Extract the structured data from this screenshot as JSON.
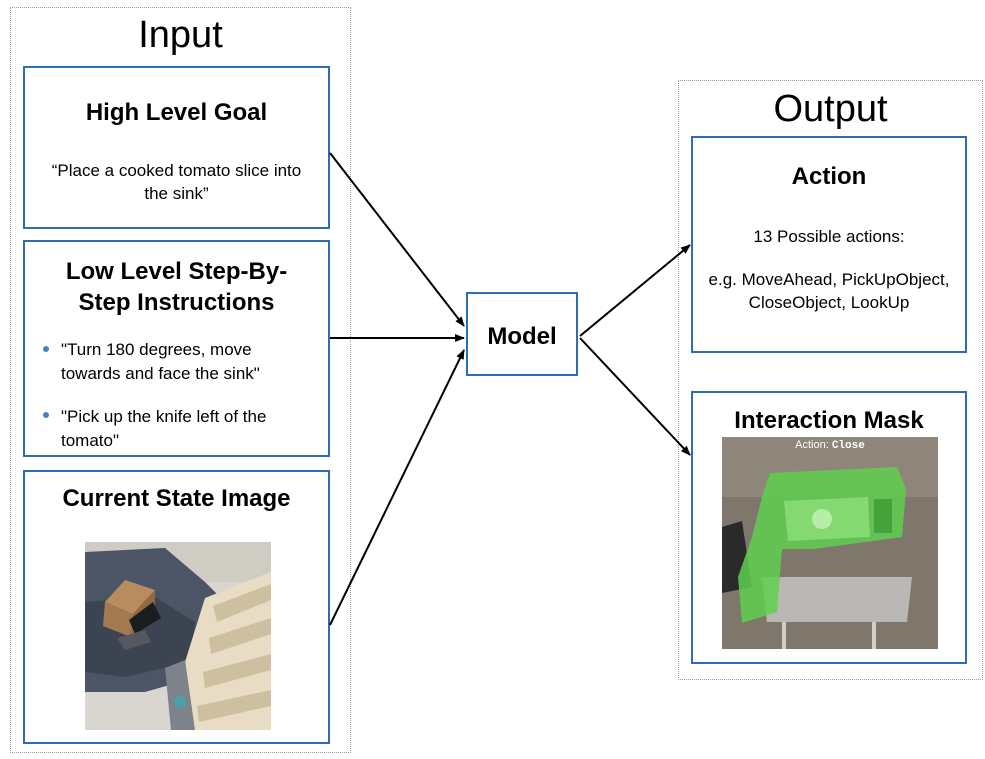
{
  "input": {
    "title": "Input",
    "goal": {
      "title": "High Level Goal",
      "quote_line1": "“Place a cooked tomato slice into",
      "quote_line2": "the sink”"
    },
    "instructions": {
      "title_line1": "Low Level Step-By-",
      "title_line2": "Step Instructions",
      "items": [
        {
          "line1": "\"Turn 180 degrees, move",
          "line2": "towards and face the sink\""
        },
        {
          "line1": "\"Pick up the knife left of the",
          "line2": "tomato\""
        }
      ]
    },
    "state": {
      "title": "Current State Image"
    }
  },
  "model": {
    "label": "Model"
  },
  "output": {
    "title": "Output",
    "action": {
      "title": "Action",
      "subtitle": "13 Possible actions:",
      "examples_line1": "e.g. MoveAhead, PickUpObject,",
      "examples_line2": "CloseObject, LookUp"
    },
    "mask": {
      "title": "Interaction Mask",
      "caption_prefix": "Action: ",
      "caption_action": "Close"
    }
  },
  "colors": {
    "box_border": "#2d6db5",
    "bullet": "#4a7fc1",
    "mask_green": "#5fcf4f"
  }
}
